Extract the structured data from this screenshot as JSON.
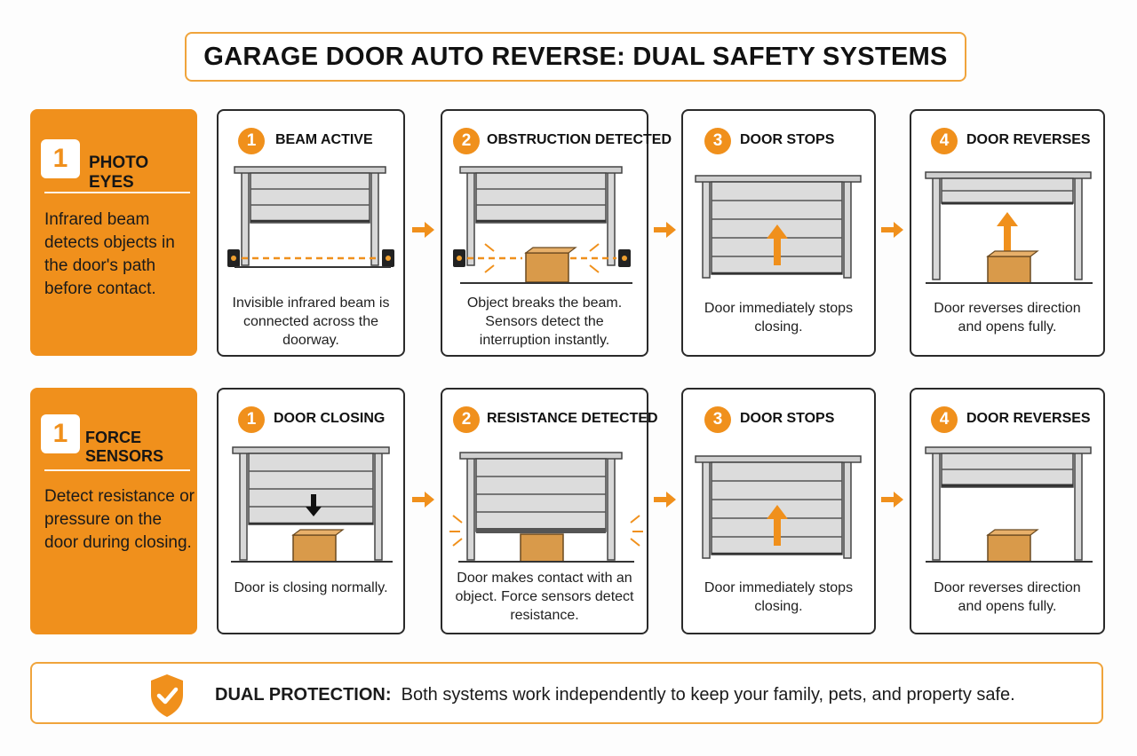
{
  "title": "GARAGE DOOR AUTO REVERSE: DUAL SAFETY SYSTEMS",
  "colors": {
    "accent": "#f0901c",
    "border": "#2a2a2a",
    "door": "#d8d8d8",
    "box": "#d99a4a"
  },
  "systems": [
    {
      "number": "1",
      "name": "PHOTO EYES",
      "description": "Infrared beam detects objects in the door's path before contact.",
      "steps": [
        {
          "number": "1",
          "title": "BEAM ACTIVE",
          "description": "Invisible infrared beam is connected across the doorway."
        },
        {
          "number": "2",
          "title": "OBSTRUCTION DETECTED",
          "description": "Object breaks the beam. Sensors detect the interruption instantly."
        },
        {
          "number": "3",
          "title": "DOOR STOPS",
          "description": "Door immediately stops closing."
        },
        {
          "number": "4",
          "title": "DOOR REVERSES",
          "description": "Door reverses direction and opens fully."
        }
      ]
    },
    {
      "number": "1",
      "name": "FORCE SENSORS",
      "description": "Detect resistance or pressure on the door during closing.",
      "steps": [
        {
          "number": "1",
          "title": "DOOR CLOSING",
          "description": "Door is closing normally."
        },
        {
          "number": "2",
          "title": "RESISTANCE DETECTED",
          "description": "Door makes contact with an object. Force sensors detect resistance."
        },
        {
          "number": "3",
          "title": "DOOR STOPS",
          "description": "Door immediately stops closing."
        },
        {
          "number": "4",
          "title": "DOOR REVERSES",
          "description": "Door reverses direction and opens fully."
        }
      ]
    }
  ],
  "footer": {
    "icon": "shield-check-icon",
    "label": "DUAL PROTECTION:",
    "text": "Both systems work independently to keep your family, pets, and property safe."
  }
}
